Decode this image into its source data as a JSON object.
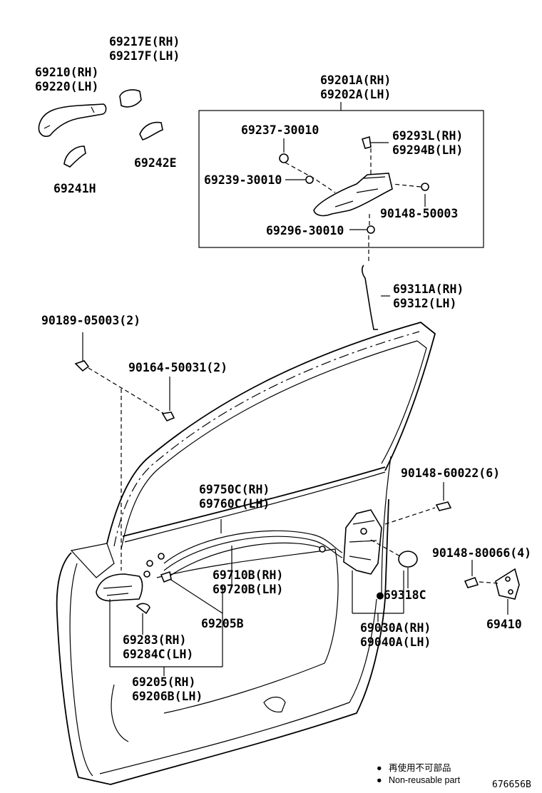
{
  "diagram_id": "676656B",
  "legend": {
    "symbol": "●",
    "japanese": "再使用不可部品",
    "english": "Non-reusable part"
  },
  "labels": {
    "p69217E": "69217E(RH)",
    "p69217F": "69217F(LH)",
    "p69210": "69210(RH)",
    "p69220": "69220(LH)",
    "p69201A": "69201A(RH)",
    "p69202A": "69202A(LH)",
    "p69237": "69237-30010",
    "p69293L": "69293L(RH)",
    "p69294B": "69294B(LH)",
    "p69242E": "69242E",
    "p69241H": "69241H",
    "p69239": "69239-30010",
    "p90148_50003": "90148-50003",
    "p69296": "69296-30010",
    "p69311A": "69311A(RH)",
    "p69312": "69312(LH)",
    "p90189": "90189-05003(2)",
    "p90164": "90164-50031(2)",
    "p90148_60022": "90148-60022(6)",
    "p69750C": "69750C(RH)",
    "p69760C": "69760C(LH)",
    "p90148_80066": "90148-80066(4)",
    "p69710B": "69710B(RH)",
    "p69720B": "69720B(LH)",
    "p69318C": "●69318C",
    "p69205B": "69205B",
    "p69410": "69410",
    "p69030A": "69030A(RH)",
    "p69040A": "69040A(LH)",
    "p69283": "69283(RH)",
    "p69284C": "69284C(LH)",
    "p69205": "69205(RH)",
    "p69206B": "69206B(LH)"
  }
}
